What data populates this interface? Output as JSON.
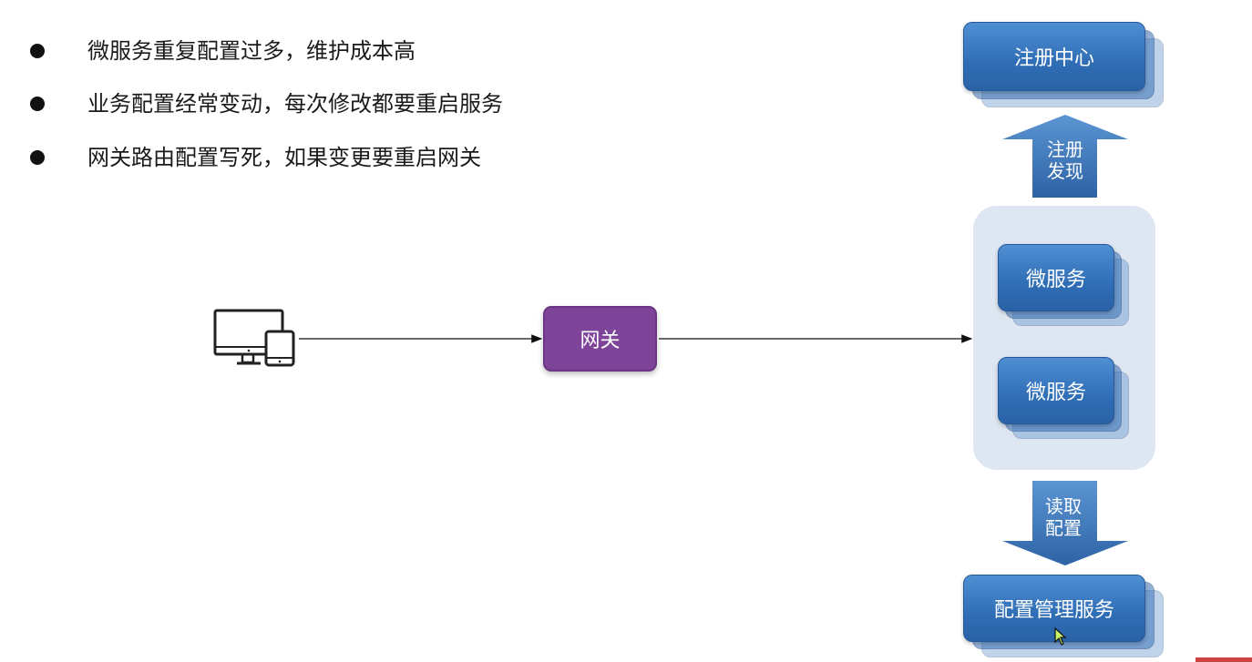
{
  "bullets": [
    "微服务重复配置过多，维护成本高",
    "业务配置经常变动，每次修改都要重启服务",
    "网关路由配置写死，如果变更要重启网关"
  ],
  "diagram": {
    "registry_label": "注册中心",
    "register_discover_line1": "注册",
    "register_discover_line2": "发现",
    "microservice_1": "微服务",
    "microservice_2": "微服务",
    "gateway": "网关",
    "read_config_line1": "读取",
    "read_config_line2": "配置",
    "config_service": "配置管理服务"
  },
  "colors": {
    "gateway": "#7d4499",
    "service_blue": "#2f6db5",
    "panel": "#dde6f1",
    "line": "#111111"
  }
}
